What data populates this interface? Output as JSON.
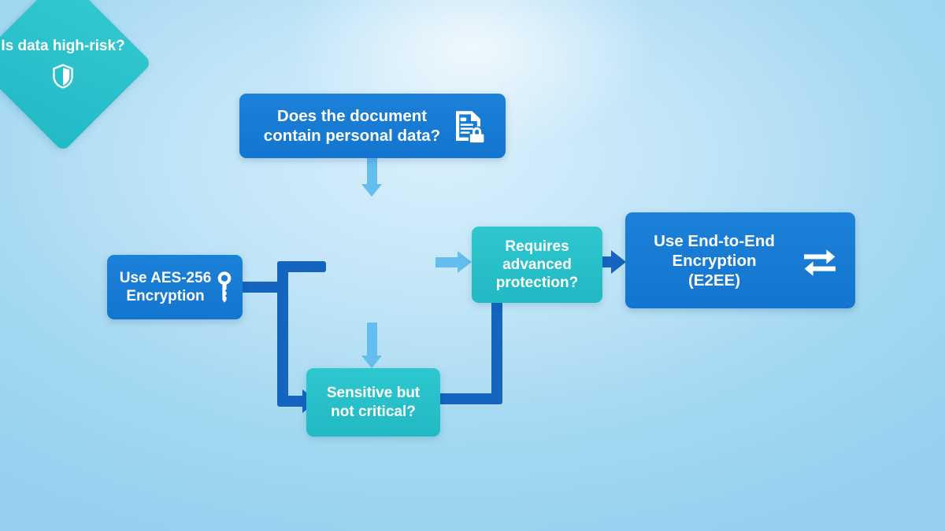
{
  "diagram": {
    "title": "Encryption decision flowchart",
    "type": "flowchart",
    "background_color": "#96d2f0",
    "colors": {
      "blue_node": "#1479d4",
      "teal_node": "#27c1cc",
      "light_connector": "#63bdee",
      "dark_connector": "#1464c0",
      "text": "#ffffff"
    },
    "nodes": [
      {
        "id": "doc",
        "label": "Does the document\ncontain personal data?",
        "shape": "rounded-rect",
        "color": "#1479d4",
        "icon": "document-lock-icon"
      },
      {
        "id": "high_risk",
        "label": "Is data\nhigh-risk?",
        "shape": "diamond",
        "color": "#27c1cc",
        "icon": "shield-icon"
      },
      {
        "id": "aes",
        "label": "Use AES-256\nEncryption",
        "shape": "rounded-rect",
        "color": "#1479d4",
        "icon": "key-icon"
      },
      {
        "id": "advanced",
        "label": "Requires\nadvanced\nprotection?",
        "shape": "rounded-rect",
        "color": "#27c1cc",
        "icon": "none"
      },
      {
        "id": "e2ee",
        "label": "Use End-to-End\nEncryption (E2EE)",
        "shape": "rounded-rect",
        "color": "#1479d4",
        "icon": "exchange-arrows-icon"
      },
      {
        "id": "sensitive",
        "label": "Sensitive but\nnot critical?",
        "shape": "rounded-rect",
        "color": "#27c1cc",
        "icon": "none"
      }
    ],
    "edges": [
      {
        "from": "doc",
        "to": "high_risk",
        "style": "light",
        "direction": "down"
      },
      {
        "from": "high_risk",
        "to": "advanced",
        "style": "light",
        "direction": "right"
      },
      {
        "from": "high_risk",
        "to": "sensitive",
        "style": "light",
        "direction": "down"
      },
      {
        "from": "advanced",
        "to": "e2ee",
        "style": "dark",
        "direction": "right"
      },
      {
        "from": "aes",
        "to": "high_risk",
        "style": "dark",
        "direction": "right"
      },
      {
        "from": "aes",
        "to": "sensitive",
        "style": "dark",
        "direction": "right"
      },
      {
        "from": "advanced",
        "to": "sensitive",
        "style": "dark",
        "direction": "down-left"
      }
    ]
  }
}
